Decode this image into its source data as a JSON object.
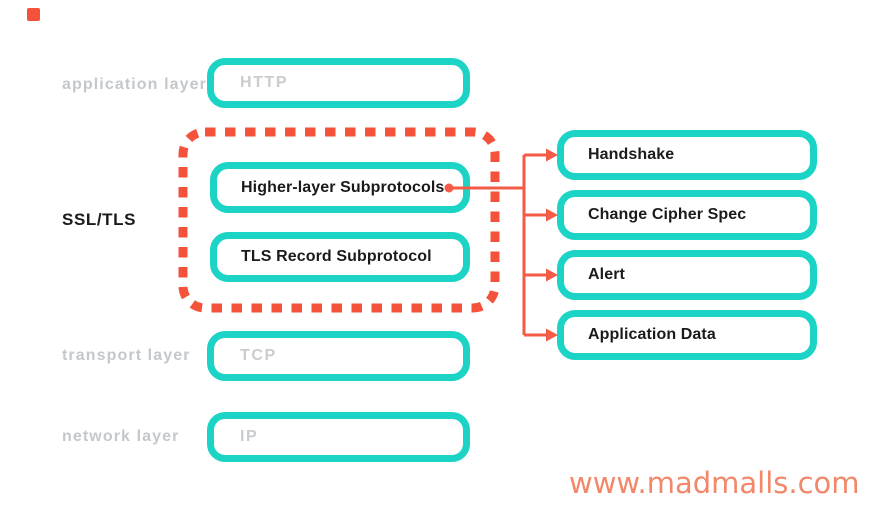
{
  "colors": {
    "teal": "#1bd4c5",
    "red": "#f4523b",
    "line-red": "#f45b47",
    "label-gray": "#c4c8cb",
    "box-text-gray": "#c9cdd0",
    "text-black": "#1b1b1b",
    "watermark-coral": "#f2876a"
  },
  "left_labels": {
    "application": "application layer",
    "ssl": "SSL/TLS",
    "transport": "transport layer",
    "network": "network layer"
  },
  "stack_boxes": {
    "http": "HTTP",
    "higher_subprotocols": "Higher-layer Subprotocols",
    "tls_record": "TLS Record Subprotocol",
    "tcp": "TCP",
    "ip": "IP"
  },
  "subprotocols": {
    "handshake": "Handshake",
    "change_cipher_spec": "Change Cipher Spec",
    "alert": "Alert",
    "application_data": "Application Data"
  },
  "watermark": "www.madmalls.com"
}
